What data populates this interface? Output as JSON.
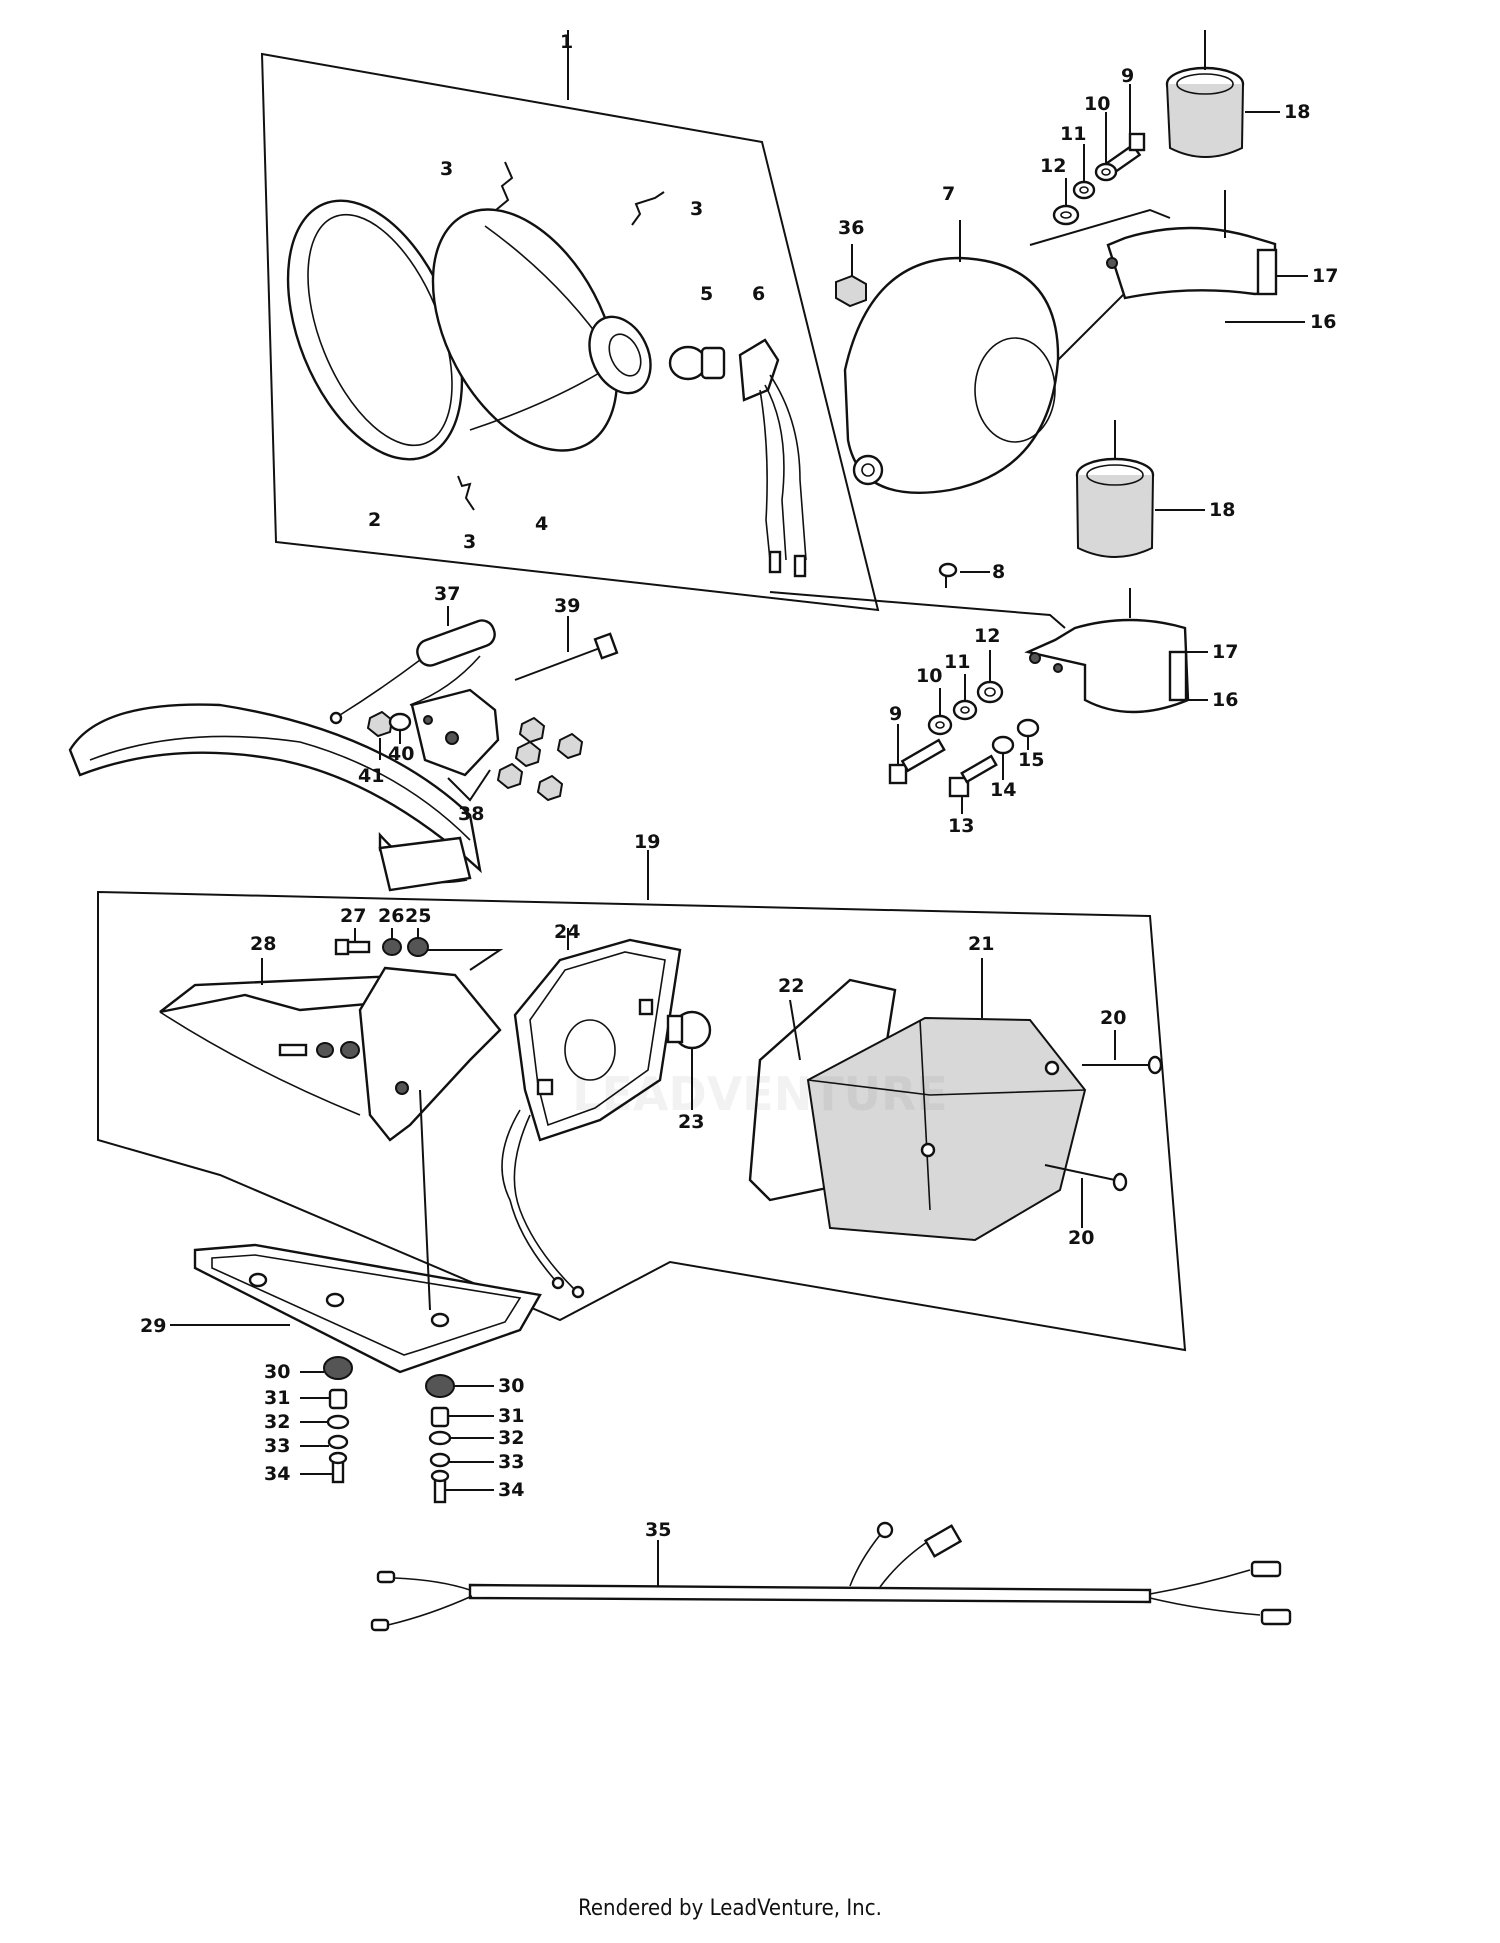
{
  "footer": {
    "rendered_by": "Rendered by LeadVenture, Inc."
  },
  "watermark": {
    "text": "LEADVENTURE"
  },
  "callouts": {
    "c1": "1",
    "c2": "2",
    "c3a": "3",
    "c3b": "3",
    "c3c": "3",
    "c4": "4",
    "c5": "5",
    "c6": "6",
    "c7": "7",
    "c8": "8",
    "c9a": "9",
    "c9b": "9",
    "c10a": "10",
    "c10b": "10",
    "c11a": "11",
    "c11b": "11",
    "c12a": "12",
    "c12b": "12",
    "c13": "13",
    "c14": "14",
    "c15": "15",
    "c16a": "16",
    "c16b": "16",
    "c17a": "17",
    "c17b": "17",
    "c18a": "18",
    "c18b": "18",
    "c19": "19",
    "c20a": "20",
    "c20b": "20",
    "c21": "21",
    "c22": "22",
    "c23": "23",
    "c24": "24",
    "c25": "25",
    "c26": "26",
    "c27": "27",
    "c28": "28",
    "c29": "29",
    "c30a": "30",
    "c30b": "30",
    "c31a": "31",
    "c31b": "31",
    "c32a": "32",
    "c32b": "32",
    "c33a": "33",
    "c33b": "33",
    "c34a": "34",
    "c34b": "34",
    "c35": "35",
    "c36": "36",
    "c37": "37",
    "c38": "38",
    "c39": "39",
    "c40": "40",
    "c41": "41"
  }
}
